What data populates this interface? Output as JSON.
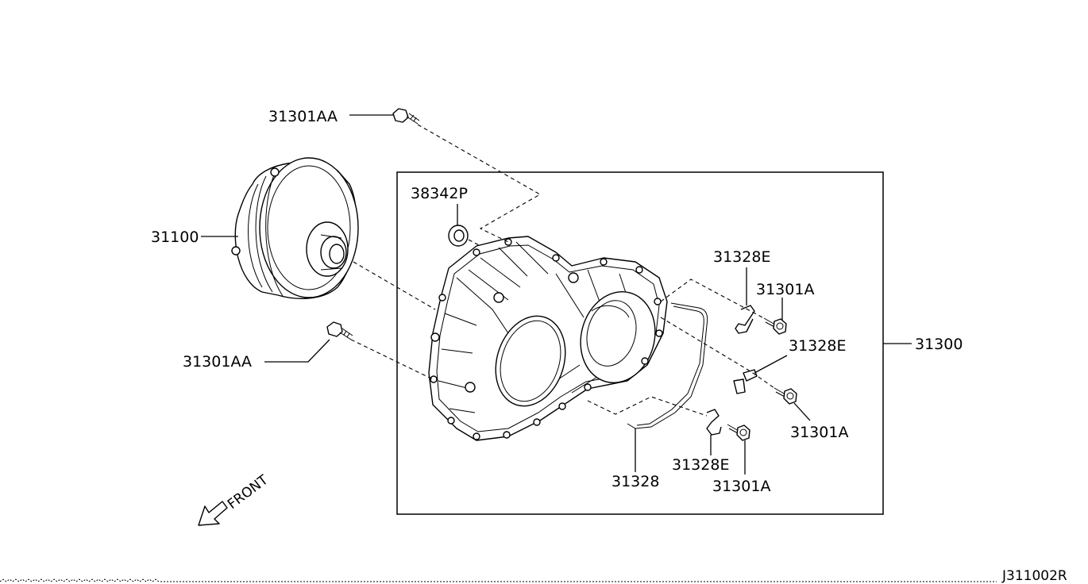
{
  "diagram": {
    "drawing_code": "J311002R",
    "front_label": "FRONT",
    "callouts": {
      "bolt_top": "31301AA",
      "torque_converter": "31100",
      "bolt_left": "31301AA",
      "oil_seal": "38342P",
      "converter_housing": "31300",
      "bracket_top": "31328E",
      "bolt_top_right": "31301A",
      "bracket_mid": "31328E",
      "bolt_mid_right": "31301A",
      "bracket_bottom": "31328E",
      "bolt_bottom": "31301A",
      "harness_bracket": "31328"
    }
  }
}
